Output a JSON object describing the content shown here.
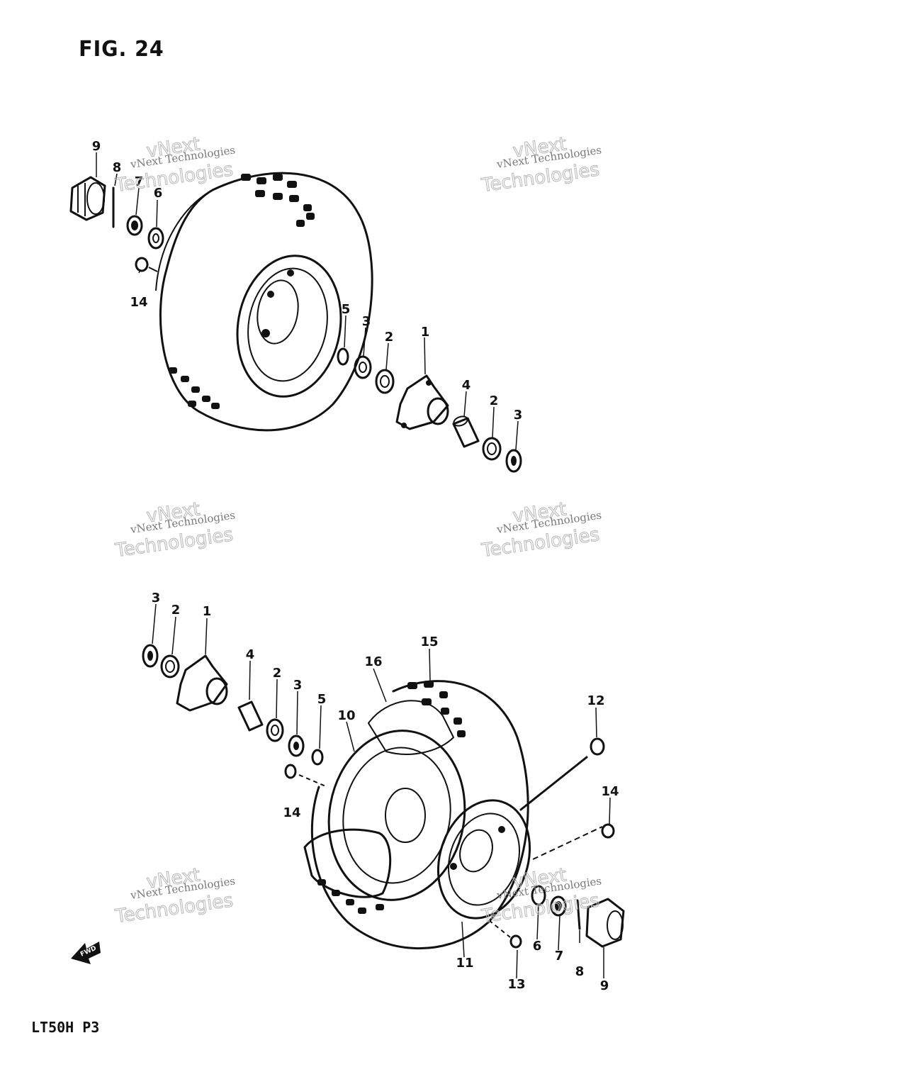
{
  "figure": {
    "title": "FIG. 24",
    "model_code": "LT50H P3",
    "fwd_label": "FWD"
  },
  "watermark": {
    "line1": "vNext Technologies",
    "line2": "vNext",
    "line3": "Technologies"
  },
  "callouts": {
    "front": [
      "9",
      "8",
      "7",
      "6",
      "14",
      "5",
      "3",
      "2",
      "1",
      "4",
      "2",
      "3"
    ],
    "rear": [
      "3",
      "2",
      "1",
      "4",
      "2",
      "3",
      "5",
      "14",
      "16",
      "15",
      "10",
      "12",
      "14",
      "11",
      "13",
      "6",
      "7",
      "8",
      "9"
    ]
  },
  "colors": {
    "ink": "#111111",
    "watermark": "#9a9a9a",
    "background": "#ffffff"
  }
}
